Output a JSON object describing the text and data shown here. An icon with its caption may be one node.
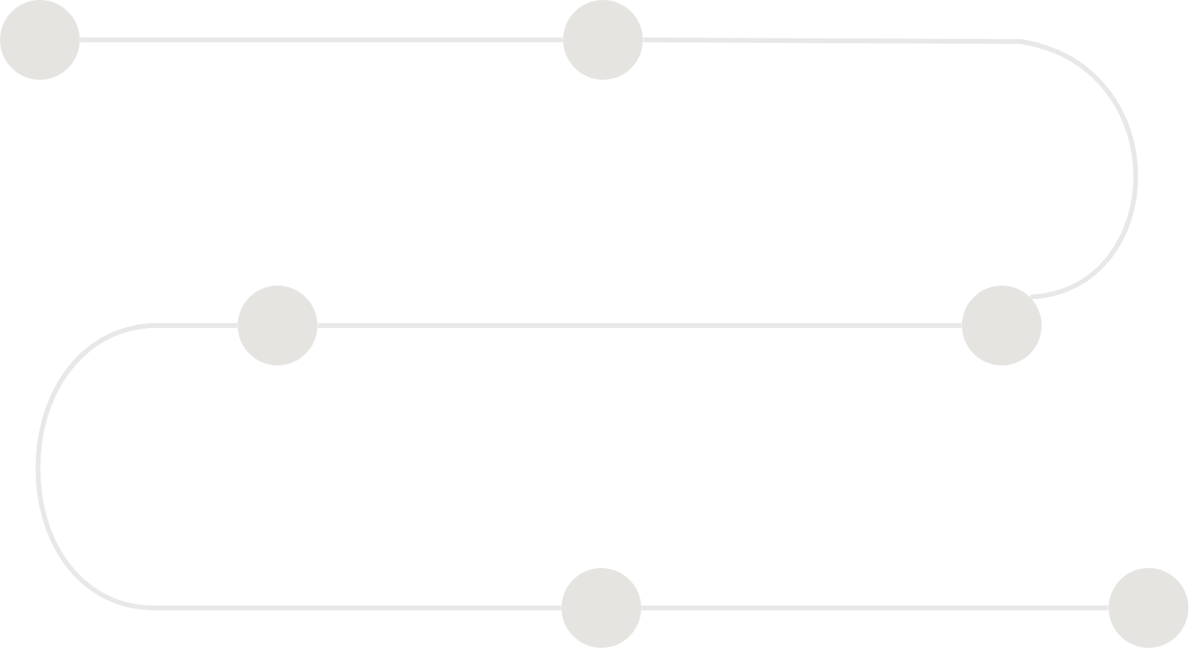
{
  "diagram": {
    "nodes": [
      {
        "text": [],
        "shape": "circle"
      },
      {
        "text": [],
        "shape": "circle"
      },
      {
        "text": [],
        "shape": "circle"
      },
      {
        "text": [],
        "shape": "circle"
      },
      {
        "text": [],
        "shape": "circle"
      },
      {
        "text": [],
        "shape": "circle"
      }
    ],
    "edges": [
      {
        "from": 0,
        "to": 1,
        "arrow": "none"
      },
      {
        "from": 1,
        "to": 3,
        "arrow": "none"
      },
      {
        "from": 3,
        "to": 2,
        "arrow": "none"
      },
      {
        "from": 2,
        "to": 4,
        "arrow": "none"
      },
      {
        "from": 4,
        "to": 5,
        "arrow": "none"
      }
    ]
  }
}
